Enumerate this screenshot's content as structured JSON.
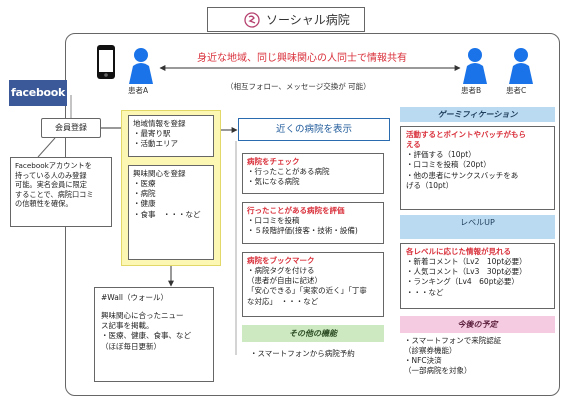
{
  "title": "ソーシャル病院",
  "facebook_label": "facebook",
  "header": {
    "tagline": "身近な地域、同じ興味関心の人同士で情報共有",
    "tagline_sub": "（相互フォロー、メッセージ交換が 可能）",
    "patient_a": "患者A",
    "patient_b": "患者B",
    "patient_c": "患者C"
  },
  "member_registration": "会員登録",
  "facebook_note": "Facebookアカウントを持っている人のみ登録可能。実名会員に限定することで、病院口コミの信頼性を確保。",
  "facebook_note_lines": [
    "Facebookアカウントを",
    "持っている人のみ登録",
    "可能。実名会員に限定",
    "することで、病院口コミ",
    "の信頼性を確保。"
  ],
  "area_registration": {
    "title": "地域情報を登録",
    "items": [
      "・最寄り駅",
      "・活動エリア"
    ]
  },
  "interest_registration": {
    "title": "興味関心を登録",
    "items": [
      "・医療",
      "・病院",
      "・健康",
      "・食事　・・・など"
    ]
  },
  "wall": {
    "title": "#Wall（ウォール）",
    "lines": [
      "興味関心に合ったニュー",
      "ス記事を掲載。",
      "・医療、健康、食事、など",
      "（ほぼ毎日更新）"
    ]
  },
  "show_hospitals": "近くの病院を表示",
  "check": {
    "title": "病院をチェック",
    "items": [
      "・行ったことがある病院",
      "・気になる病院"
    ]
  },
  "evaluate": {
    "title": "行ったことがある病院を評価",
    "items": [
      "・口コミを投稿",
      "・５段階評価(接客・技術・設備)"
    ]
  },
  "bookmark": {
    "title": "病院をブックマーク",
    "items": [
      "・病院タグを付ける",
      "（患者が自由に記述）",
      "「安心できる」「実家の近く」「丁寧",
      "な対応」　・・・など"
    ]
  },
  "other_functions": {
    "title": "その他の機能",
    "items": [
      "・スマートフォンから病院予約"
    ]
  },
  "gamification": {
    "title": "ゲーミフィケーション",
    "heading_lines": [
      "活動するとポイントやバッチがもら",
      "える"
    ],
    "items": [
      "・評価する（10pt）",
      "・口コミを投稿（20pt）",
      "・他の患者にサンクスバッチをあ",
      "げる（10pt）"
    ]
  },
  "level_up": "レベルUP",
  "levels": {
    "title": "各レベルに応じた情報が見れる",
    "items": [
      "・新着コメント（Lv2　10pt必要）",
      "・人気コメント（Lv3　30pt必要）",
      "・ランキング（Lv4　60pt必要）",
      "・・・など"
    ]
  },
  "future_plans": {
    "title": "今後の予定",
    "items": [
      "・スマートフォンで来院認証",
      "（診察券機能）",
      "・NFC決済",
      "（一部病院を対象）"
    ]
  },
  "colors": {
    "accent_red": "#d9303b",
    "facebook_blue": "#3b5998",
    "person_blue": "#1a73e8",
    "yellow_panel": "#fdf7b4",
    "light_blue_header": "#b9daf0",
    "green_header": "#cde9c1",
    "pink_header": "#f4cbe0"
  }
}
